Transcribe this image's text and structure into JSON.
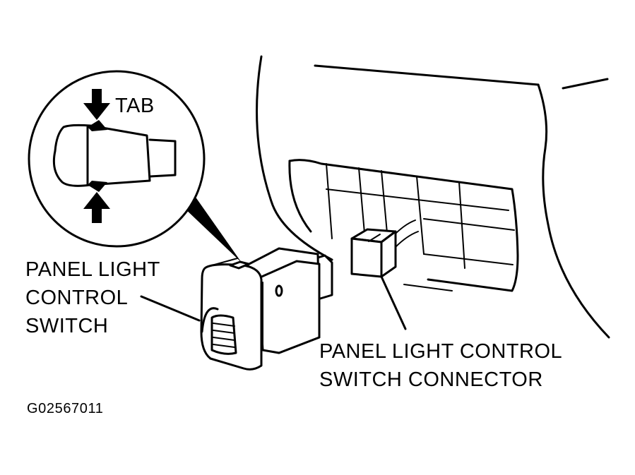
{
  "labels": {
    "tab": "TAB",
    "switch": [
      "PANEL LIGHT",
      "CONTROL",
      "SWITCH"
    ],
    "connector": [
      "PANEL LIGHT CONTROL",
      "SWITCH CONNECTOR"
    ],
    "figure_id": "G02567011"
  },
  "colors": {
    "ink": "#000000",
    "paper": "#ffffff"
  }
}
